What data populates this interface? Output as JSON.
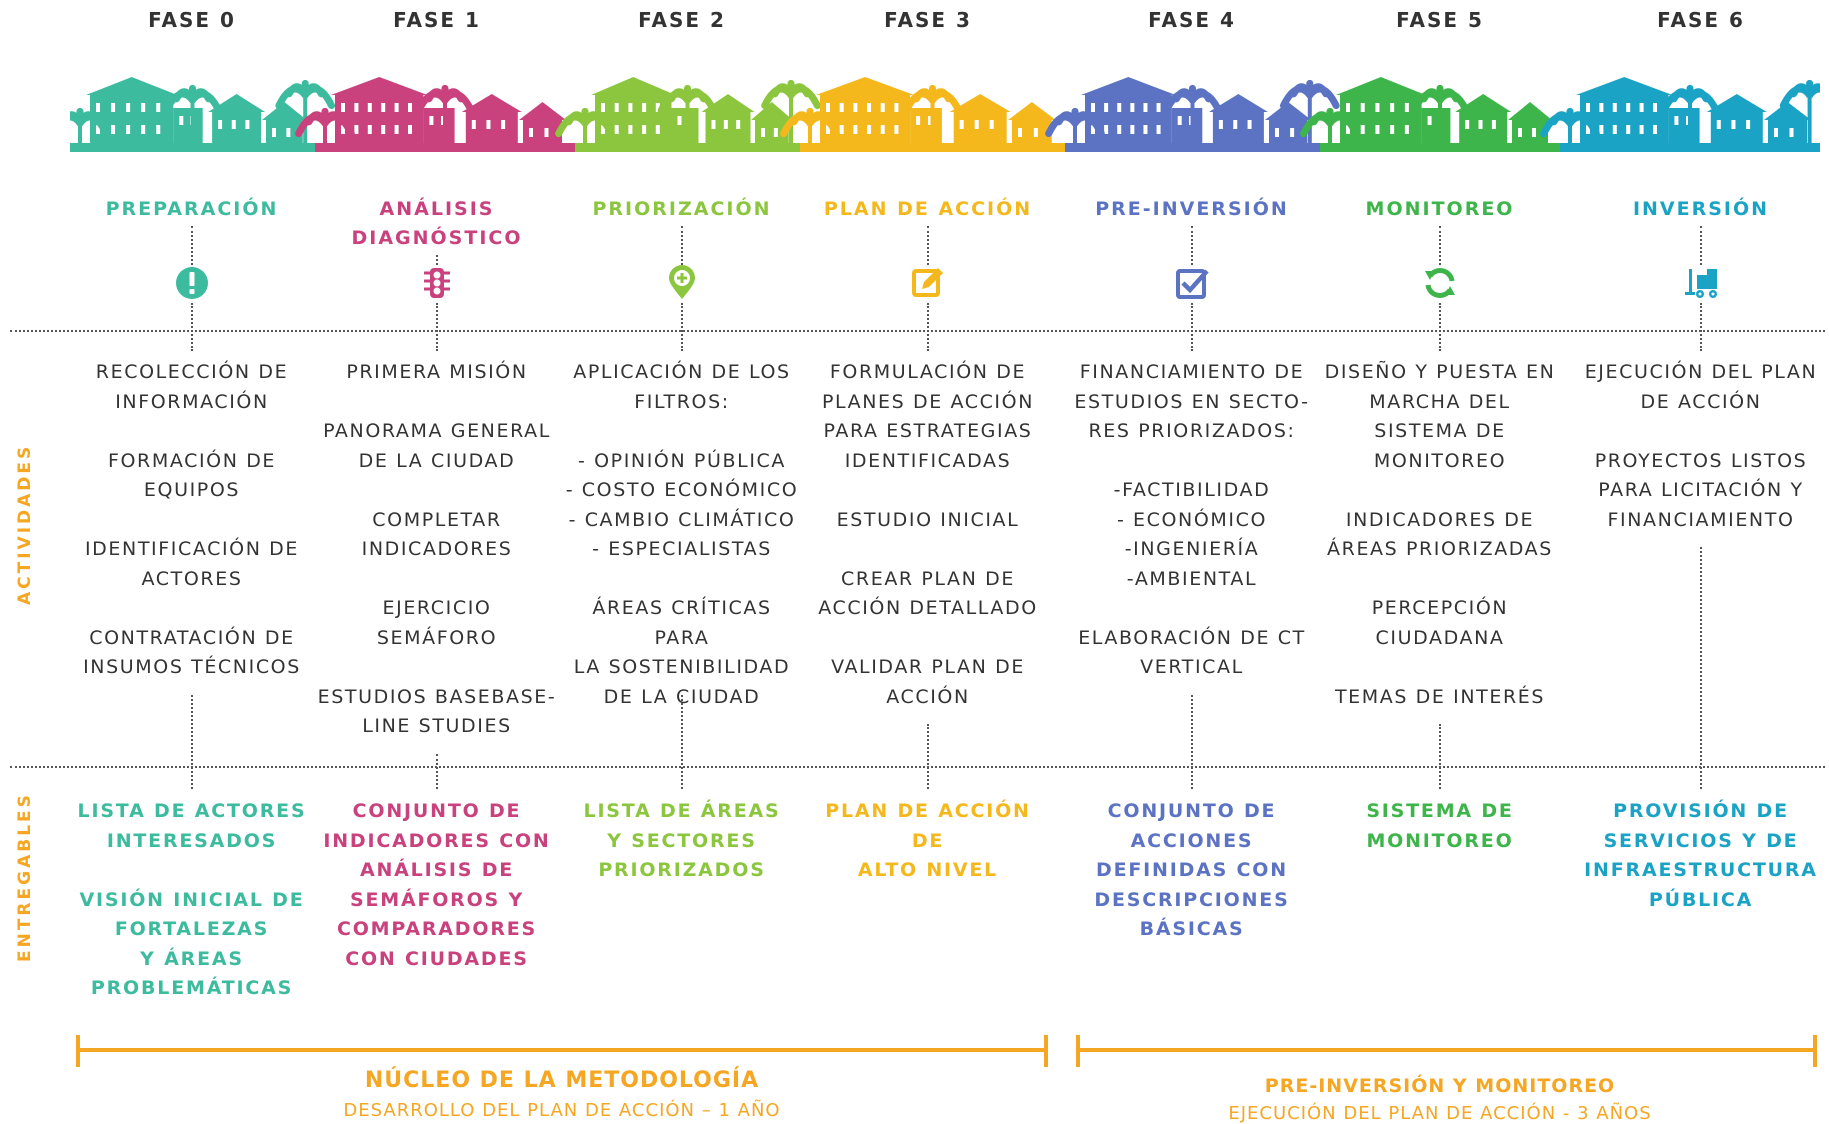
{
  "phases": [
    {
      "label": "FASE 0",
      "color": "#3dbb9e",
      "title": [
        "PREPARACIÓN"
      ],
      "icon": "exclamation-icon",
      "activities": [
        [
          "RECOLECCIÓN DE",
          "INFORMACIÓN"
        ],
        [
          "FORMACIÓN DE",
          "EQUIPOS"
        ],
        [
          "IDENTIFICACIÓN DE",
          "ACTORES"
        ],
        [
          "CONTRATACIÓN DE",
          "INSUMOS TÉCNICOS"
        ]
      ],
      "deliverables": [
        [
          "LISTA DE ACTORES",
          "INTERESADOS"
        ],
        [
          "VISIÓN INICIAL DE",
          "FORTALEZAS",
          "Y ÁREAS",
          "PROBLEMÁTICAS"
        ]
      ]
    },
    {
      "label": "FASE 1",
      "color": "#c9417d",
      "title": [
        "ANÁLISIS",
        "DIAGNÓSTICO"
      ],
      "icon": "traffic-light-icon",
      "activities": [
        [
          "PRIMERA MISIÓN"
        ],
        [
          "PANORAMA GENERAL",
          "DE LA CIUDAD"
        ],
        [
          "COMPLETAR",
          "INDICADORES"
        ],
        [
          "EJERCICIO",
          "SEMÁFORO"
        ],
        [
          "ESTUDIOS BASEBASE-",
          "LINE STUDIES"
        ]
      ],
      "deliverables": [
        [
          "CONJUNTO DE",
          "INDICADORES CON",
          "ANÁLISIS DE",
          "SEMÁFOROS Y",
          "COMPARADORES",
          "CON CIUDADES"
        ]
      ]
    },
    {
      "label": "FASE 2",
      "color": "#8cc63f",
      "title": [
        "PRIORIZACIÓN"
      ],
      "icon": "location-pin-icon",
      "activities": [
        [
          "APLICACIÓN DE LOS",
          "FILTROS:"
        ],
        [
          "- OPINIÓN PÚBLICA",
          "- COSTO ECONÓMICO",
          "- CAMBIO CLIMÁTICO",
          "- ESPECIALISTAS"
        ],
        [
          "ÁREAS CRÍTICAS PARA",
          "LA SOSTENIBILIDAD",
          "DE LA CIUDAD"
        ]
      ],
      "deliverables": [
        [
          "LISTA DE ÁREAS",
          "Y SECTORES",
          "PRIORIZADOS"
        ]
      ]
    },
    {
      "label": "FASE 3",
      "color": "#f5b81c",
      "title": [
        "PLAN DE ACCIÓN"
      ],
      "icon": "edit-icon",
      "activities": [
        [
          "FORMULACIÓN DE",
          "PLANES DE ACCIÓN",
          "PARA ESTRATEGIAS",
          "IDENTIFICADAS"
        ],
        [
          "ESTUDIO INICIAL"
        ],
        [
          "CREAR PLAN DE",
          "ACCIÓN DETALLADO"
        ],
        [
          "VALIDAR PLAN DE",
          "ACCIÓN"
        ]
      ],
      "deliverables": [
        [
          "PLAN DE ACCIÓN DE",
          "ALTO NIVEL"
        ]
      ]
    },
    {
      "label": "FASE 4",
      "color": "#5b73c2",
      "title": [
        "PRE-INVERSIÓN"
      ],
      "icon": "checkbox-icon",
      "activities": [
        [
          "FINANCIAMIENTO DE",
          "ESTUDIOS EN SECTO-",
          "RES PRIORIZADOS:"
        ],
        [
          "-FACTIBILIDAD",
          "- ECONÓMICO",
          "-INGENIERÍA",
          "-AMBIENTAL"
        ],
        [
          "ELABORACIÓN DE CT",
          "VERTICAL"
        ]
      ],
      "deliverables": [
        [
          "CONJUNTO DE",
          "ACCIONES",
          "DEFINIDAS CON",
          "DESCRIPCIONES",
          "BÁSICAS"
        ]
      ]
    },
    {
      "label": "FASE 5",
      "color": "#3db54a",
      "title": [
        "MONITOREO"
      ],
      "icon": "refresh-icon",
      "activities": [
        [
          "DISEÑO Y PUESTA EN",
          "MARCHA DEL",
          "SISTEMA DE",
          "MONITOREO"
        ],
        [
          "INDICADORES DE",
          "ÁREAS PRIORIZADAS"
        ],
        [
          "PERCEPCIÓN",
          "CIUDADANA"
        ],
        [
          "TEMAS DE INTERÉS"
        ]
      ],
      "deliverables": [
        [
          "SISTEMA DE",
          "MONITOREO"
        ]
      ]
    },
    {
      "label": "FASE 6",
      "color": "#1ba3c6",
      "title": [
        "INVERSIÓN"
      ],
      "icon": "forklift-icon",
      "activities": [
        [
          "EJECUCIÓN DEL PLAN",
          "DE ACCIÓN"
        ],
        [
          "PROYECTOS LISTOS",
          "PARA LICITACIÓN Y",
          "FINANCIAMIENTO"
        ]
      ],
      "deliverables": [
        [
          "PROVISIÓN DE",
          "SERVICIOS Y DE",
          "INFRAESTRUCTURA",
          "PÚBLICA"
        ]
      ]
    }
  ],
  "side": {
    "activities": "ACTIVIDADES",
    "deliverables": "ENTREGABLES",
    "color": "#f5a623"
  },
  "footer": {
    "left_title": "NÚCLEO DE LA METODOLOGÍA",
    "left_sub": "DESARROLLO DEL PLAN DE ACCIÓN – 1 AÑO",
    "right_title": "PRE-INVERSIÓN Y MONITOREO",
    "right_sub": "EJECUCIÓN DEL PLAN DE ACCIÓN - 3 AÑOS",
    "color": "#f5a623"
  }
}
